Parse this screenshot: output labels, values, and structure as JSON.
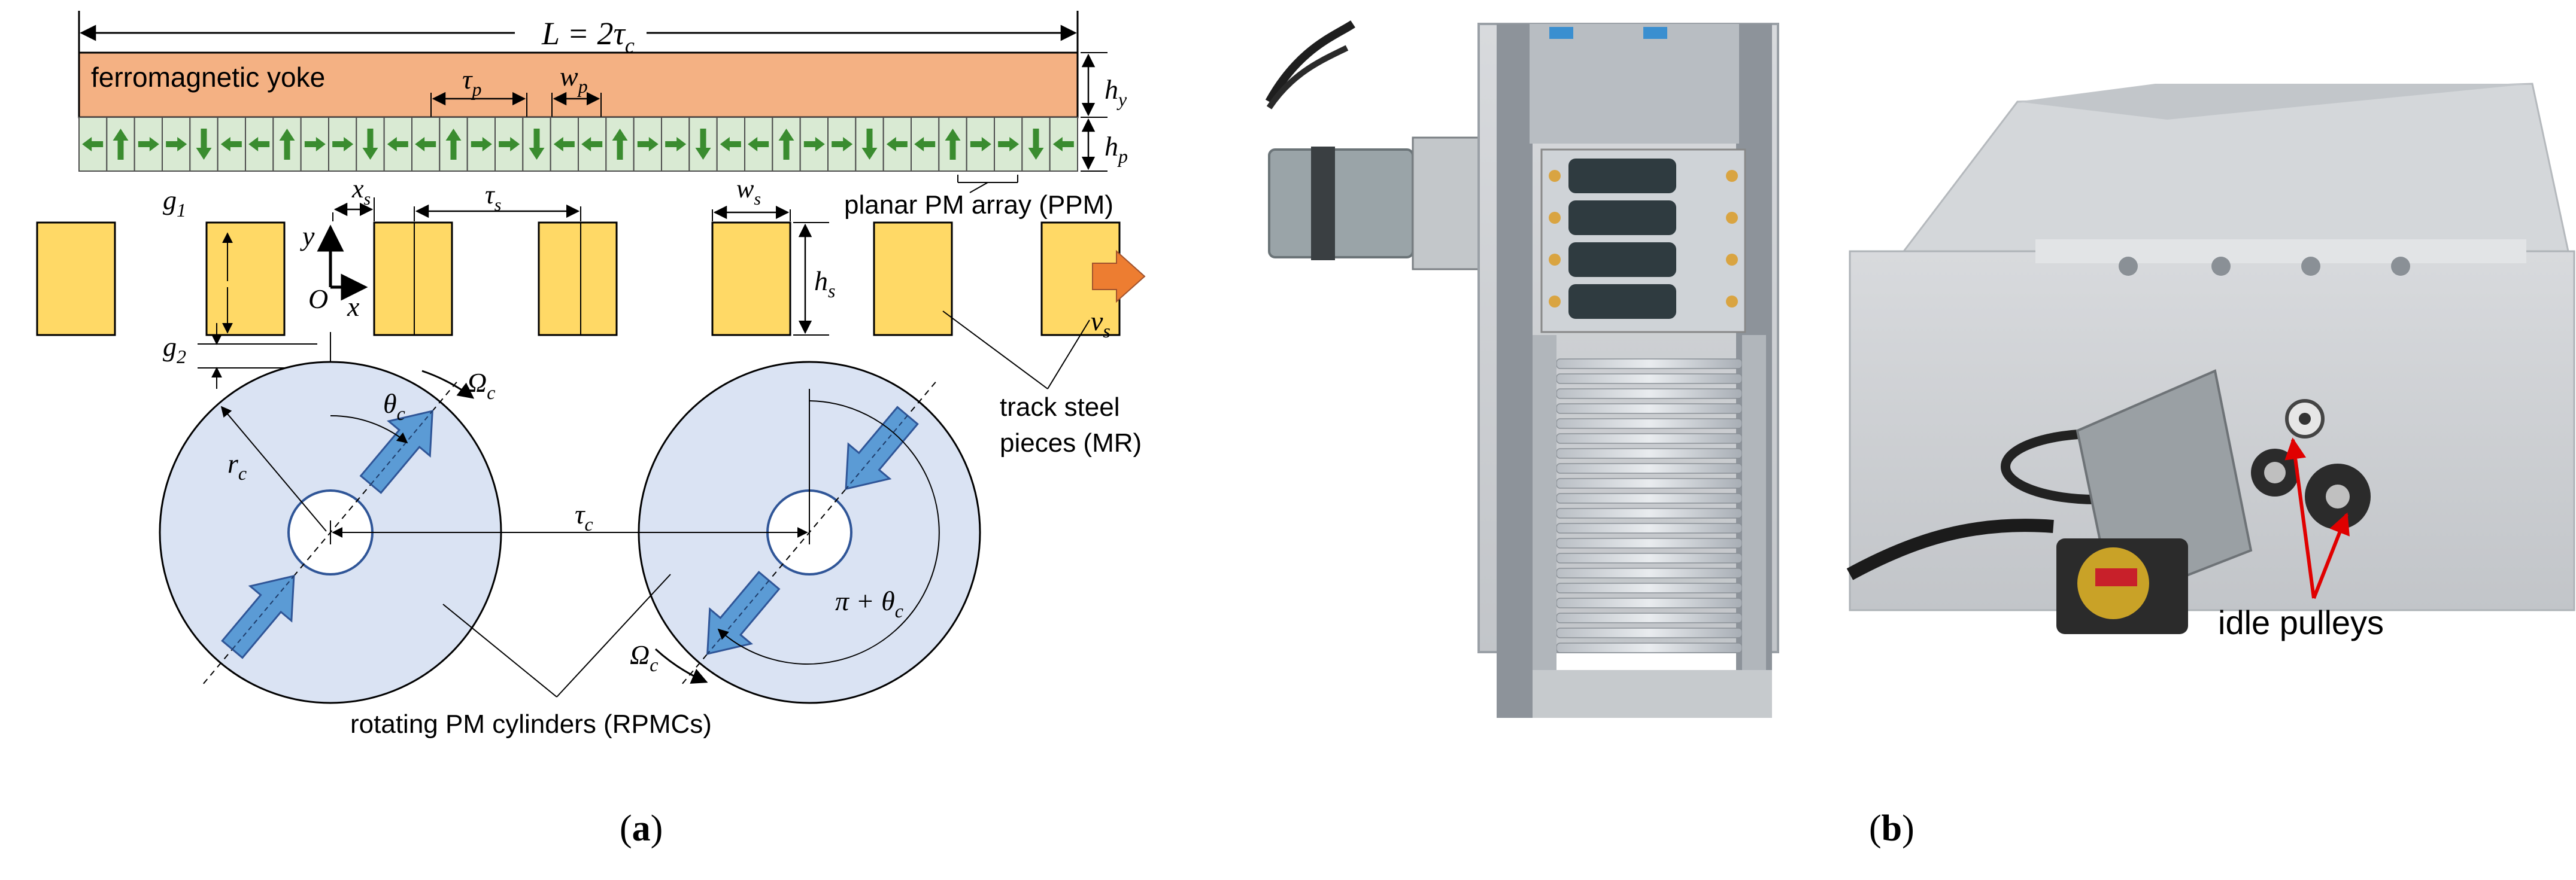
{
  "panel_a": {
    "top_dimension": {
      "label": "L = 2τ",
      "sub": "c"
    },
    "yoke": {
      "label": "ferromagnetic yoke",
      "color": "#f4b183"
    },
    "pm_array": {
      "color": "#d9ead3",
      "arrow_color": "#3a8c2f",
      "label": "planar PM array (PPM)",
      "arrows": [
        "left",
        "up",
        "right",
        "right",
        "down",
        "left",
        "left",
        "up",
        "right",
        "right",
        "down",
        "left",
        "left",
        "up",
        "right",
        "right",
        "down",
        "left",
        "left",
        "up",
        "right",
        "right",
        "down",
        "left",
        "left",
        "up",
        "right",
        "right",
        "down",
        "left",
        "left",
        "up",
        "right",
        "right",
        "down",
        "left"
      ]
    },
    "symbols": {
      "tau_p": {
        "main": "τ",
        "sub": "p"
      },
      "w_p": {
        "main": "w",
        "sub": "p"
      },
      "h_y": {
        "main": "h",
        "sub": "y"
      },
      "h_p": {
        "main": "h",
        "sub": "p"
      },
      "g1": {
        "main": "g",
        "sub": "1"
      },
      "g2": {
        "main": "g",
        "sub": "2"
      },
      "x_s": {
        "main": "x",
        "sub": "s"
      },
      "tau_s": {
        "main": "τ",
        "sub": "s"
      },
      "w_s": {
        "main": "w",
        "sub": "s"
      },
      "h_s": {
        "main": "h",
        "sub": "s"
      },
      "v_s": {
        "main": "v",
        "sub": "s"
      },
      "y_axis": "y",
      "x_axis": "x",
      "origin": "O",
      "r_c": {
        "main": "r",
        "sub": "c"
      },
      "theta_c": {
        "main": "θ",
        "sub": "c"
      },
      "omega_c_1": {
        "main": "Ω",
        "sub": "c"
      },
      "omega_c_2": {
        "main": "Ω",
        "sub": "c"
      },
      "tau_c": {
        "main": "τ",
        "sub": "c"
      },
      "pi_theta": {
        "main": "π + θ",
        "sub": "c"
      }
    },
    "track": {
      "color": "#ffd966",
      "label_line1": "track steel",
      "label_line2": "pieces (MR)"
    },
    "cylinders": {
      "color": "#dae3f3",
      "magnet_color": "#5b9bd5",
      "label": "rotating PM cylinders (RPMCs)"
    },
    "velocity_arrow_color": "#ed7d31",
    "caption_letter": "a"
  },
  "panel_b": {
    "callout": "idle pulleys",
    "callout_color": "#e00000",
    "caption_letter": "b"
  }
}
